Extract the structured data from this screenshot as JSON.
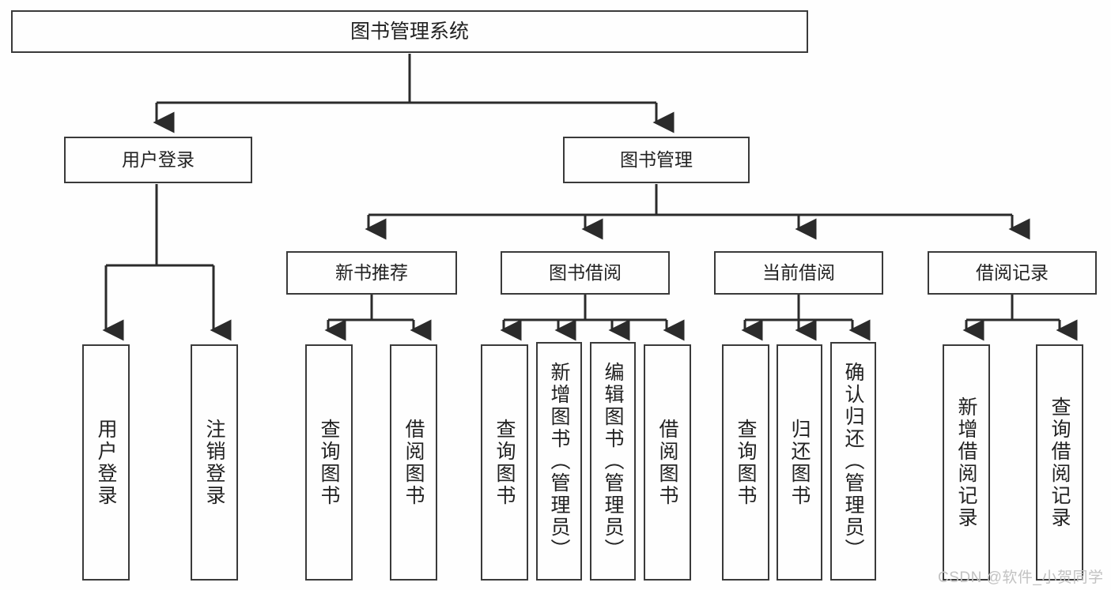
{
  "diagram": {
    "type": "tree-hierarchy",
    "title": "图书管理系统",
    "orientation": "top-down",
    "colors": {
      "background": "#fefefe",
      "border": "#3a3a3a",
      "text": "#222222",
      "connector": "#2b2b2b",
      "watermark": "#c2c2c2"
    }
  },
  "nodes": {
    "root": {
      "label": "图书管理系统"
    },
    "level2": [
      {
        "label": "用户登录"
      },
      {
        "label": "图书管理"
      }
    ],
    "level3": [
      {
        "label": "新书推荐"
      },
      {
        "label": "图书借阅"
      },
      {
        "label": "当前借阅"
      },
      {
        "label": "借阅记录"
      }
    ],
    "leaves": {
      "user_login": [
        {
          "label": "用户登录"
        },
        {
          "label": "注销登录"
        }
      ],
      "new_book_recommend": [
        {
          "label": "查询图书"
        },
        {
          "label": "借阅图书"
        }
      ],
      "book_borrow": [
        {
          "label": "查询图书"
        },
        {
          "label": "新增图书（管理员）"
        },
        {
          "label": "编辑图书（管理员）"
        },
        {
          "label": "借阅图书"
        }
      ],
      "current_borrow": [
        {
          "label": "查询图书"
        },
        {
          "label": "归还图书"
        },
        {
          "label": "确认归还（管理员）"
        }
      ],
      "borrow_record": [
        {
          "label": "新增借阅记录"
        },
        {
          "label": "查询借阅记录"
        }
      ]
    }
  },
  "watermark": {
    "text": "CSDN @软件_小贺同学"
  }
}
